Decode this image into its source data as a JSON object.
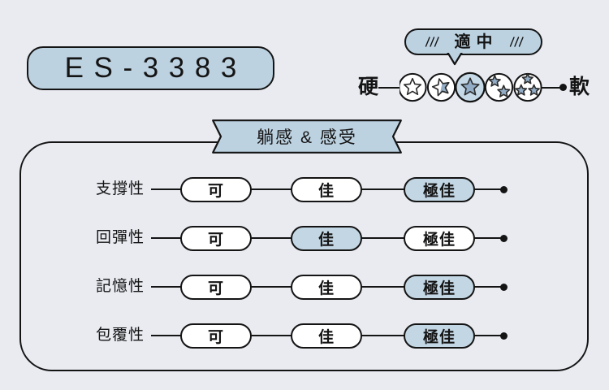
{
  "colors": {
    "background": "#e9ebf1",
    "panel_blue": "#bdd2e1",
    "pill_selected_blue": "#c3d6e4",
    "star_fill": "#92adc5",
    "star_circle_selected": "#c6d9e7",
    "ink": "#141414"
  },
  "model_badge": {
    "label": "ES-3383"
  },
  "firmness_scale": {
    "bubble_label": "適中",
    "hard_label": "硬",
    "soft_label": "軟",
    "levels": 5,
    "selected_level": 3
  },
  "section_banner": {
    "title": "躺感 & 感受"
  },
  "ratings": {
    "scale_options": [
      "可",
      "佳",
      "極佳"
    ],
    "rows": [
      {
        "label": "支撐性",
        "selected": "極佳",
        "selected_index": 2
      },
      {
        "label": "回彈性",
        "selected": "佳",
        "selected_index": 1
      },
      {
        "label": "記憶性",
        "selected": "極佳",
        "selected_index": 2
      },
      {
        "label": "包覆性",
        "selected": "極佳",
        "selected_index": 2
      }
    ]
  }
}
